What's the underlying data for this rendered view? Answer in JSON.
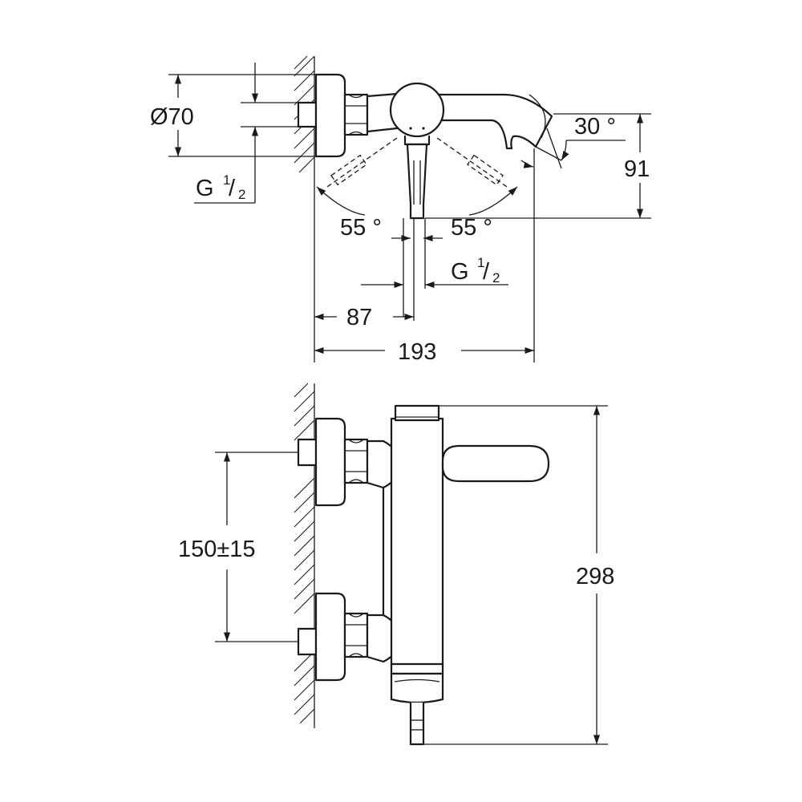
{
  "top_view": {
    "diameter": "Ø70",
    "thread_left_main": "G",
    "thread_left_sup": "1",
    "thread_left_sub": "2",
    "angle_spout": "30 °",
    "height_91": "91",
    "angle_left": "55 °",
    "angle_right": "55 °",
    "thread_bottom_main": "G",
    "thread_bottom_sup": "1",
    "thread_bottom_sub": "2",
    "dim_87": "87",
    "dim_193": "193"
  },
  "front_view": {
    "centers": "150±15",
    "height_298": "298"
  }
}
